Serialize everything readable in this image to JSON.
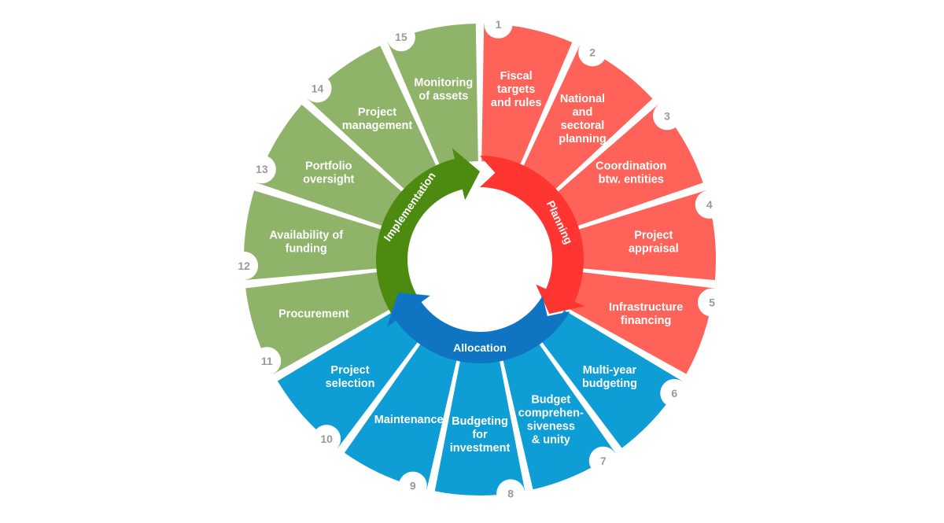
{
  "colors": {
    "planning_segment": "#fe6258",
    "allocation_segment": "#0f9dd5",
    "implementation_segment": "#8eb369",
    "planning_arrow": "#fe3530",
    "allocation_arrow": "#0f75c2",
    "implementation_arrow": "#4c8b10",
    "number_text": "#9a9a9a"
  },
  "segments": [
    {
      "number": "1",
      "label_lines": [
        "Fiscal",
        "targets",
        "and rules"
      ],
      "phase": "planning"
    },
    {
      "number": "2",
      "label_lines": [
        "National",
        "and",
        "sectoral",
        "planning"
      ],
      "phase": "planning"
    },
    {
      "number": "3",
      "label_lines": [
        "Coordination",
        "btw. entities"
      ],
      "phase": "planning"
    },
    {
      "number": "4",
      "label_lines": [
        "Project",
        "appraisal"
      ],
      "phase": "planning"
    },
    {
      "number": "5",
      "label_lines": [
        "Infrastructure",
        "financing"
      ],
      "phase": "planning"
    },
    {
      "number": "6",
      "label_lines": [
        "Multi-year",
        "budgeting"
      ],
      "phase": "allocation"
    },
    {
      "number": "7",
      "label_lines": [
        "Budget",
        "comprehen-",
        "siveness",
        "& unity"
      ],
      "phase": "allocation"
    },
    {
      "number": "8",
      "label_lines": [
        "Budgeting",
        "for",
        "investment"
      ],
      "phase": "allocation"
    },
    {
      "number": "9",
      "label_lines": [
        "Maintenance"
      ],
      "phase": "allocation"
    },
    {
      "number": "10",
      "label_lines": [
        "Project",
        "selection"
      ],
      "phase": "allocation"
    },
    {
      "number": "11",
      "label_lines": [
        "Procurement"
      ],
      "phase": "implementation"
    },
    {
      "number": "12",
      "label_lines": [
        "Availability of",
        "funding"
      ],
      "phase": "implementation"
    },
    {
      "number": "13",
      "label_lines": [
        "Portfolio",
        "oversight"
      ],
      "phase": "implementation"
    },
    {
      "number": "14",
      "label_lines": [
        "Project",
        "management"
      ],
      "phase": "implementation"
    },
    {
      "number": "15",
      "label_lines": [
        "Monitoring",
        "of assets"
      ],
      "phase": "implementation"
    }
  ],
  "phases": {
    "planning": "Planning",
    "allocation": "Allocation",
    "implementation": "Implementation"
  }
}
